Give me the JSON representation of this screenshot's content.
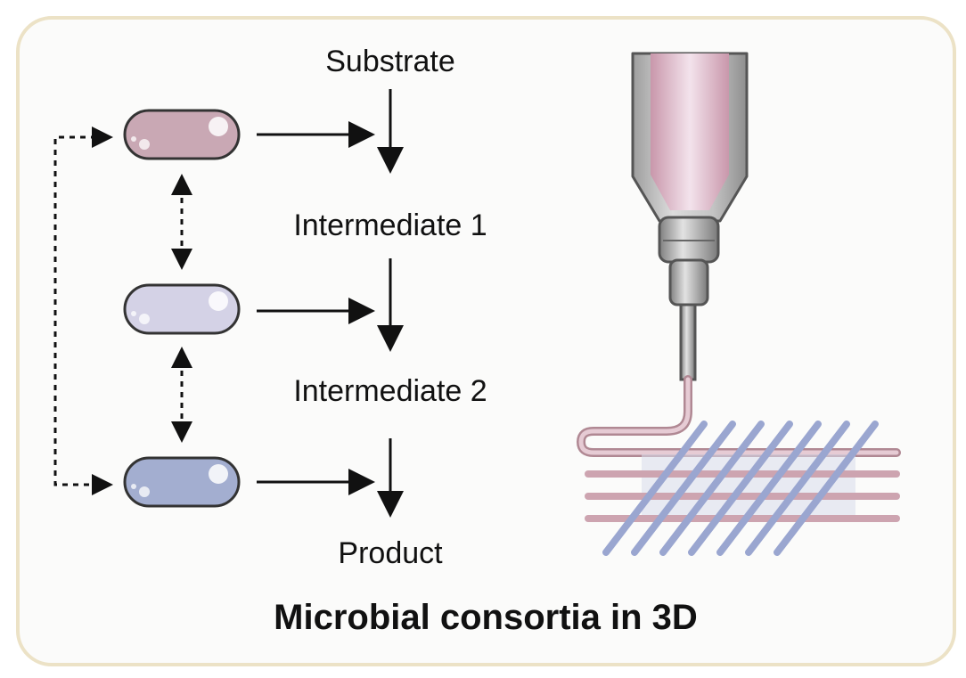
{
  "diagram": {
    "title": "Microbial consortia in 3D",
    "pathway": {
      "substrate": "Substrate",
      "intermediate_1": "Intermediate 1",
      "intermediate_2": "Intermediate 2",
      "product": "Product"
    },
    "microbes": [
      {
        "id": "microbe-1",
        "fill": "#c9a8b4"
      },
      {
        "id": "microbe-2",
        "fill": "#d4d2e6"
      },
      {
        "id": "microbe-3",
        "fill": "#a3aed0"
      }
    ],
    "colors": {
      "frame_border": "#ece2c6",
      "frame_bg": "#fbfbfa",
      "arrow": "#111111",
      "nozzle_body": "#b7b7b7",
      "ink_pink": "#e8c6d4",
      "filament_pink": "#cda4b0",
      "filament_blue": "#9aa6d0"
    }
  }
}
